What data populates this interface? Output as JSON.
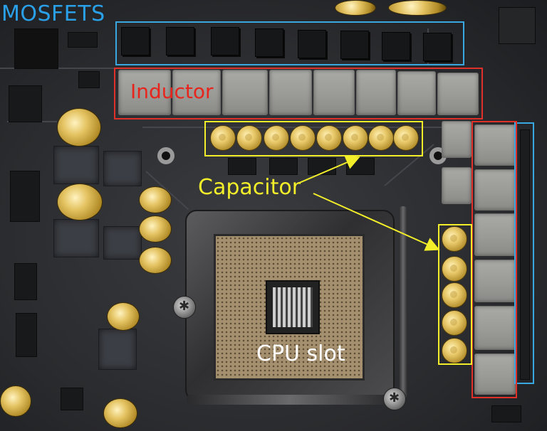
{
  "labels": {
    "mosfets": "MOSFETS",
    "inductor": "Inductor",
    "capacitor": "Capacitor",
    "cpu_slot": "CPU slot"
  },
  "colors": {
    "mosfets_box": "#3aa8e0",
    "mosfets_text": "#2aa0e8",
    "inductor_box": "#e0302a",
    "inductor_text": "#e8251c",
    "capacitor_box": "#f2ee2a",
    "capacitor_text": "#f2ee2a",
    "cpu_text": "#ffffff"
  }
}
